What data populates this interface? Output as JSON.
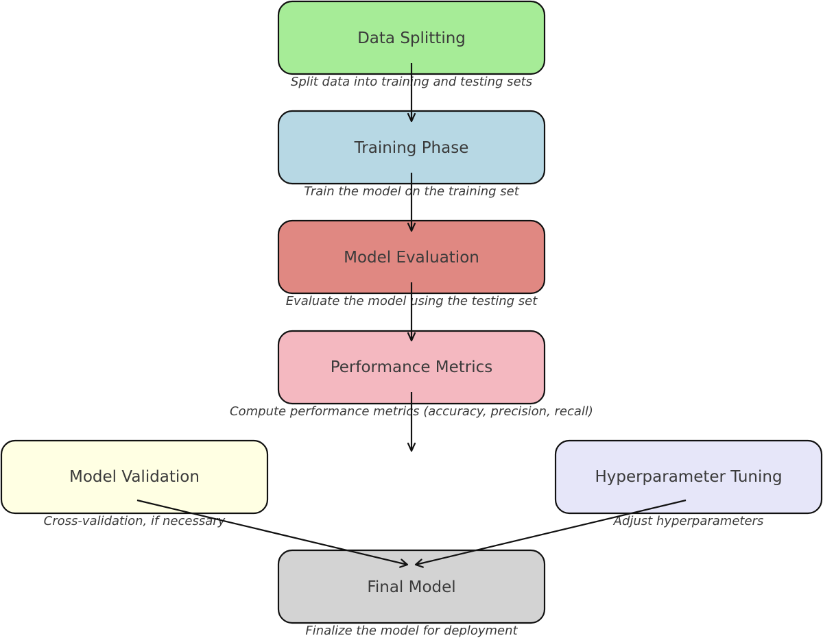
{
  "nodes": [
    {
      "id": "data-splitting",
      "title": "Data Splitting",
      "description": "Split data into training and testing sets",
      "color": "#a6ec97"
    },
    {
      "id": "training-phase",
      "title": "Training Phase",
      "description": "Train the model on the training set",
      "color": "#b7d8e4"
    },
    {
      "id": "model-evaluation",
      "title": "Model Evaluation",
      "description": "Evaluate the model using the testing set",
      "color": "#e08882"
    },
    {
      "id": "performance-metrics",
      "title": "Performance Metrics",
      "description": "Compute performance metrics (accuracy, precision, recall)",
      "color": "#f4b8c0"
    },
    {
      "id": "model-validation",
      "title": "Model Validation",
      "description": "Cross-validation, if necessary",
      "color": "#ffffe3"
    },
    {
      "id": "hyperparameter-tuning",
      "title": "Hyperparameter Tuning",
      "description": "Adjust hyperparameters",
      "color": "#e6e6f9"
    },
    {
      "id": "final-model",
      "title": "Final Model",
      "description": "Finalize the model for deployment",
      "color": "#d3d3d3"
    }
  ],
  "edges": [
    {
      "from": "data-splitting",
      "to": "training-phase"
    },
    {
      "from": "training-phase",
      "to": "model-evaluation"
    },
    {
      "from": "model-evaluation",
      "to": "performance-metrics"
    },
    {
      "from": "performance-metrics",
      "to": null
    },
    {
      "from": "model-validation",
      "to": "final-model"
    },
    {
      "from": "hyperparameter-tuning",
      "to": "final-model"
    }
  ]
}
